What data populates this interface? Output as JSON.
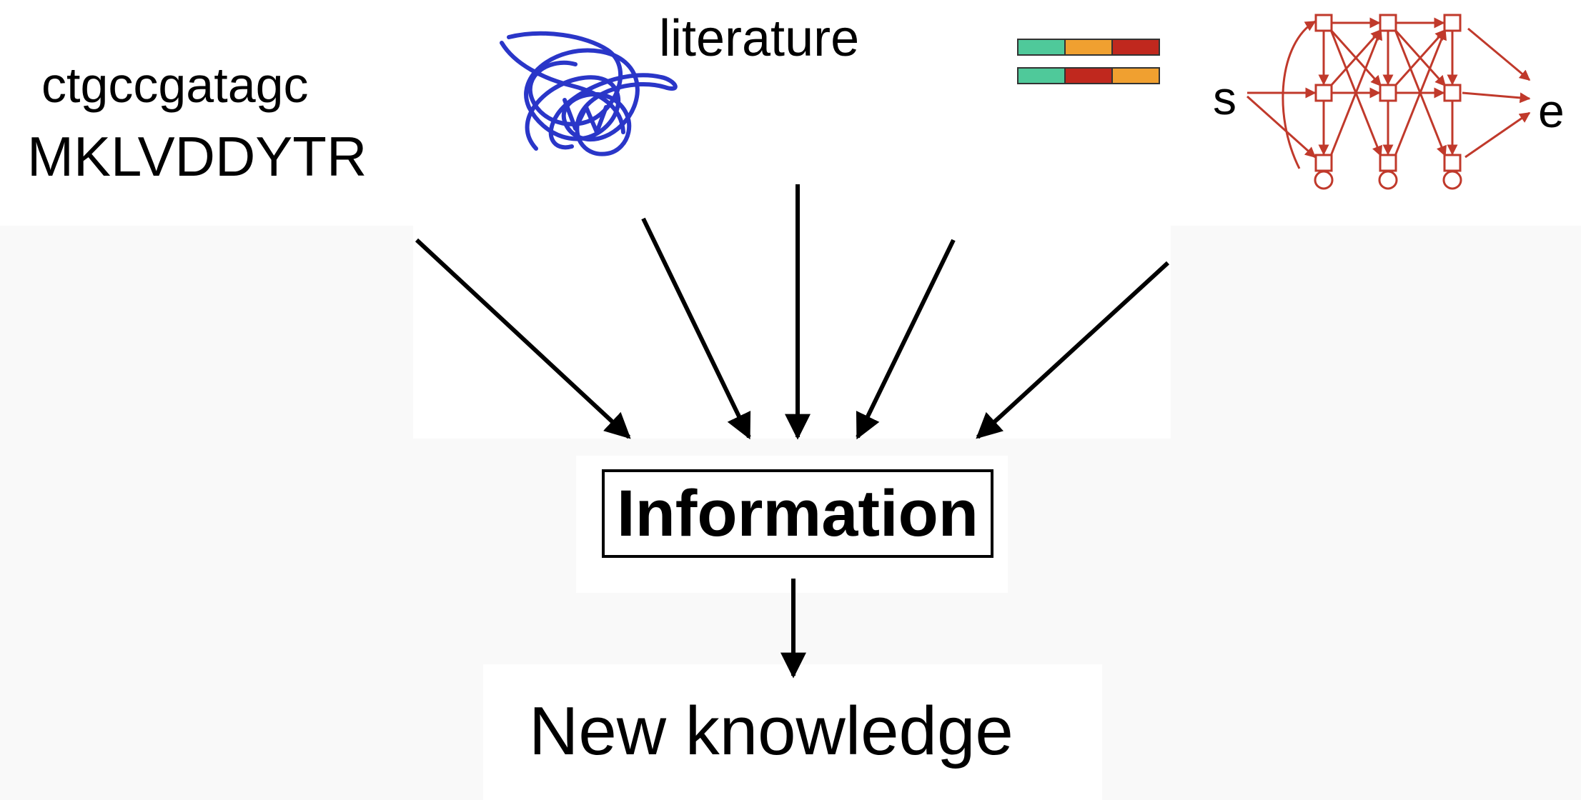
{
  "sources": {
    "sequence_dna": "ctgccgatagc",
    "sequence_protein": "MKLVDDYTR",
    "literature_label": "literature"
  },
  "network": {
    "start_label": "s",
    "end_label": "e",
    "color": "#c0392b"
  },
  "bars": {
    "colors": [
      "#4fc99a",
      "#f0a030",
      "#c0281e"
    ]
  },
  "scribble_color": "#2a36c8",
  "center_label": "Information",
  "result_label": "New knowledge"
}
